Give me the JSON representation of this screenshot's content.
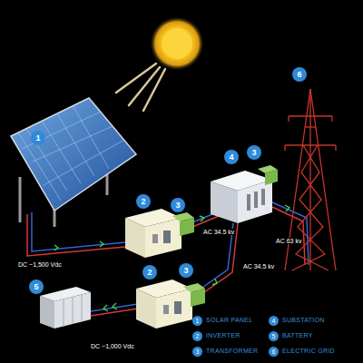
{
  "diagram": {
    "labels": [
      "1",
      "2",
      "3",
      "4",
      "3",
      "6",
      "2",
      "3",
      "5",
      "DC ~1,500 Vdc",
      "AC 34.5 kv",
      "AC 34.5 kv",
      "AC 63 kv",
      "DC ~1,000 Vdc",
      "1",
      "2",
      "3",
      "4",
      "5",
      "6"
    ],
    "legend": [
      {
        "text": "SOLAR PANEL"
      },
      {
        "text": "INVERTER"
      },
      {
        "text": "TRANSFORMER"
      },
      {
        "text": "SUBSTATION"
      },
      {
        "text": "BATTERY"
      },
      {
        "text": "ELECTRIC GRID"
      }
    ]
  }
}
